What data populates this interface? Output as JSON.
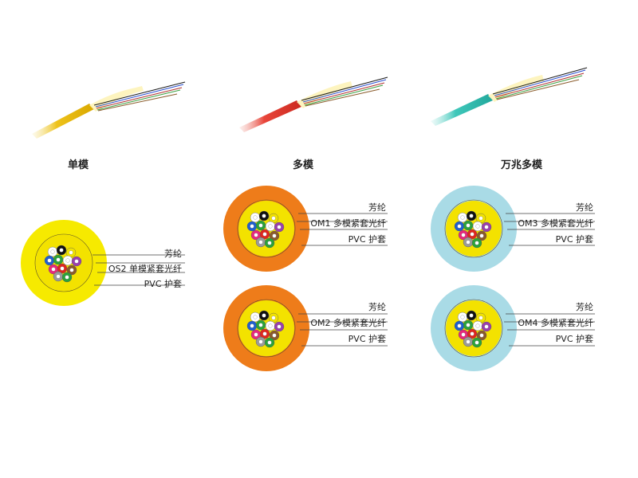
{
  "headings": {
    "single_mode": "单模",
    "multi_mode": "多模",
    "ten_gig_multi_mode": "万兆多模"
  },
  "colors": {
    "yellow_jacket": "#f6ea00",
    "orange_jacket": "#ee7c1a",
    "aqua_jacket": "#a9dbe6",
    "inner_yellow": "#f3e200",
    "cable_yellow": "#e8c000",
    "cable_red": "#e03a2a",
    "cable_aqua": "#34c4b8"
  },
  "fiber_colors": [
    "#ffffff",
    "#111111",
    "#f1e200",
    "#1f5fd0",
    "#2aa33a",
    "#ffffff",
    "#9a3fae",
    "#e8287d",
    "#e0261f",
    "#8b5a2b",
    "#9a9a9a",
    "#2aa33a"
  ],
  "cables": [
    {
      "id": "os2",
      "labels": {
        "aramid": "芳纶",
        "fiber": "OS2 单模紧套光纤",
        "jacket": "PVC 护套"
      }
    },
    {
      "id": "om1",
      "labels": {
        "aramid": "芳纶",
        "fiber": "OM1 多模紧套光纤",
        "jacket": "PVC 护套"
      }
    },
    {
      "id": "om2",
      "labels": {
        "aramid": "芳纶",
        "fiber": "OM2 多模紧套光纤",
        "jacket": "PVC 护套"
      }
    },
    {
      "id": "om3",
      "labels": {
        "aramid": "芳纶",
        "fiber": "OM3 多模紧套光纤",
        "jacket": "PVC 护套"
      }
    },
    {
      "id": "om4",
      "labels": {
        "aramid": "芳纶",
        "fiber": "OM4 多模紧套光纤",
        "jacket": "PVC 护套"
      }
    }
  ]
}
